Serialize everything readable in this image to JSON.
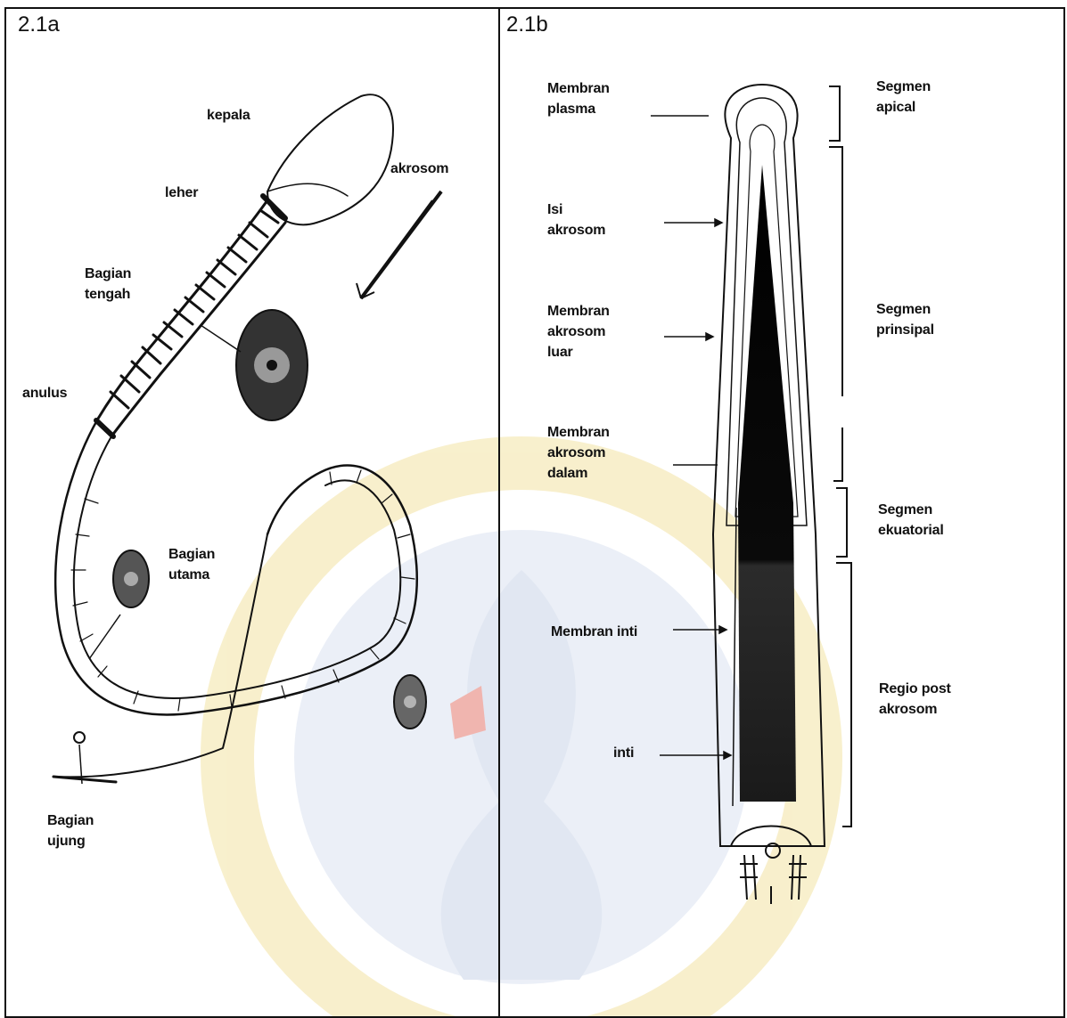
{
  "panels": {
    "left": {
      "title": "2.1a",
      "labels": {
        "kepala": "kepala",
        "akrosom": "akrosom",
        "leher": "leher",
        "bagian_tengah": "Bagian\ntengah",
        "anulus": "anulus",
        "bagian_utama": "Bagian\nutama",
        "bagian_ujung": "Bagian\nujung"
      }
    },
    "right": {
      "title": "2.1b",
      "labels": {
        "membran_plasma": "Membran\nplasma",
        "isi_akrosom": "Isi\nakrosom",
        "membran_akrosom_luar": "Membran\nakrosom\nluar",
        "membran_akrosom_dalam": "Membran\nakrosom\ndalam",
        "membran_inti": "Membran inti",
        "inti": "inti",
        "segmen_apical": "Segmen\napical",
        "segmen_prinsipal": "Segmen\nprinsipal",
        "segmen_ekuatorial": "Segmen\nekuatorial",
        "regio_post_akrosom": "Regio post\nakrosom"
      }
    }
  },
  "colors": {
    "ink": "#111111",
    "watermark_blue": "#c9d4e8",
    "watermark_yellow": "#f3e3a4",
    "watermark_red": "#e57a6f"
  }
}
